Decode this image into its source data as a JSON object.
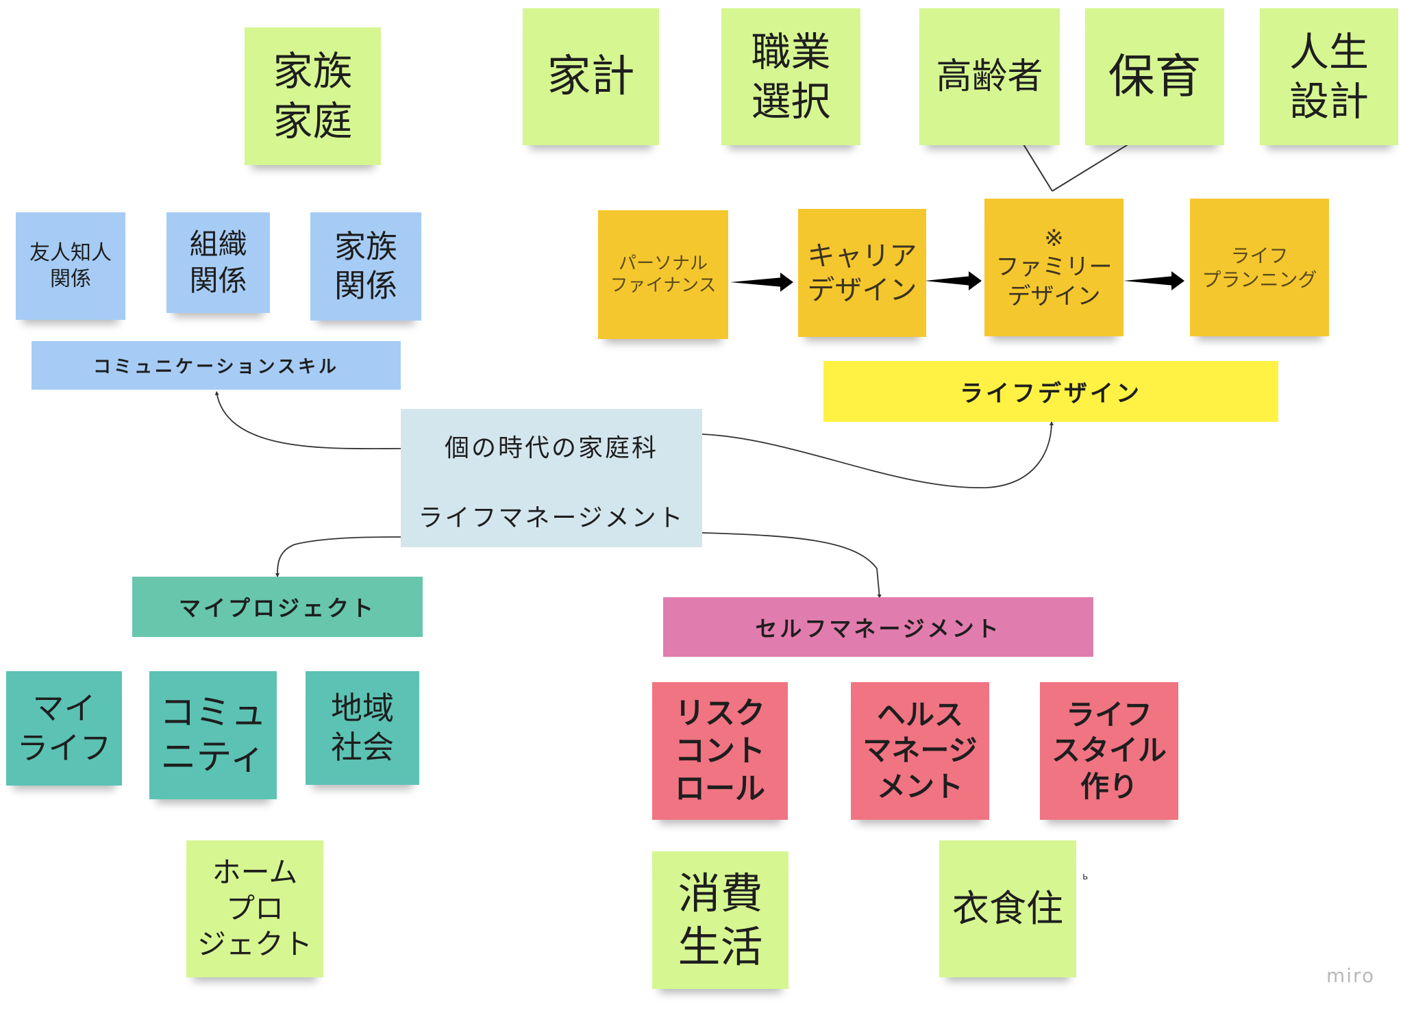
{
  "notes": {
    "kazoku_katei": {
      "text": "家族\n家庭"
    },
    "kakei": {
      "text": "家計"
    },
    "shokugyo": {
      "text": "職業\n選択"
    },
    "koreisha": {
      "text": "高齢者"
    },
    "hoiku": {
      "text": "保育"
    },
    "jinsei": {
      "text": "人生\n設計"
    },
    "yujin": {
      "text": "友人知人\n関係"
    },
    "soshiki": {
      "text": "組織\n関係"
    },
    "kazoku_kankei": {
      "text": "家族\n関係"
    },
    "personal_finance": {
      "text": "パーソナル\nファイナンス"
    },
    "career_design": {
      "text": "キャリア\nデザイン"
    },
    "family_design": {
      "text": "※\nファミリー\nデザイン"
    },
    "life_planning": {
      "text": "ライフ\nプランニング"
    },
    "my_life": {
      "text": "マイ\nライフ"
    },
    "community": {
      "text": "コミュ\nニティ"
    },
    "chiiki": {
      "text": "地域\n社会"
    },
    "home_project": {
      "text": "ホーム\nプロ\nジェクト"
    },
    "risk_control": {
      "text": "リスク\nコント\nロール"
    },
    "health_management": {
      "text": "ヘルス\nマネージ\nメント"
    },
    "lifestyle": {
      "text": "ライフ\nスタイル\n作り"
    },
    "shohi": {
      "text": "消費\n生活"
    },
    "ishokuju": {
      "text": "衣食住"
    }
  },
  "bars": {
    "communication_skill": "コミュニケーションスキル",
    "life_design": "ライフデザイン",
    "my_project": "マイプロジェクト",
    "self_management": "セルフマネージメント"
  },
  "center": {
    "line1": "個の時代の家庭科",
    "line2": "ライフマネージメント"
  },
  "colors": {
    "green": "#d6f692",
    "blue": "#a6ccf5",
    "orange": "#f5c72e",
    "yellow": "#fff244",
    "teal": "#5cc2b4",
    "pink": "#e17cae",
    "red": "#f07482",
    "center": "#d4e6ed"
  },
  "stray_mark": "ь",
  "watermark": "miro"
}
